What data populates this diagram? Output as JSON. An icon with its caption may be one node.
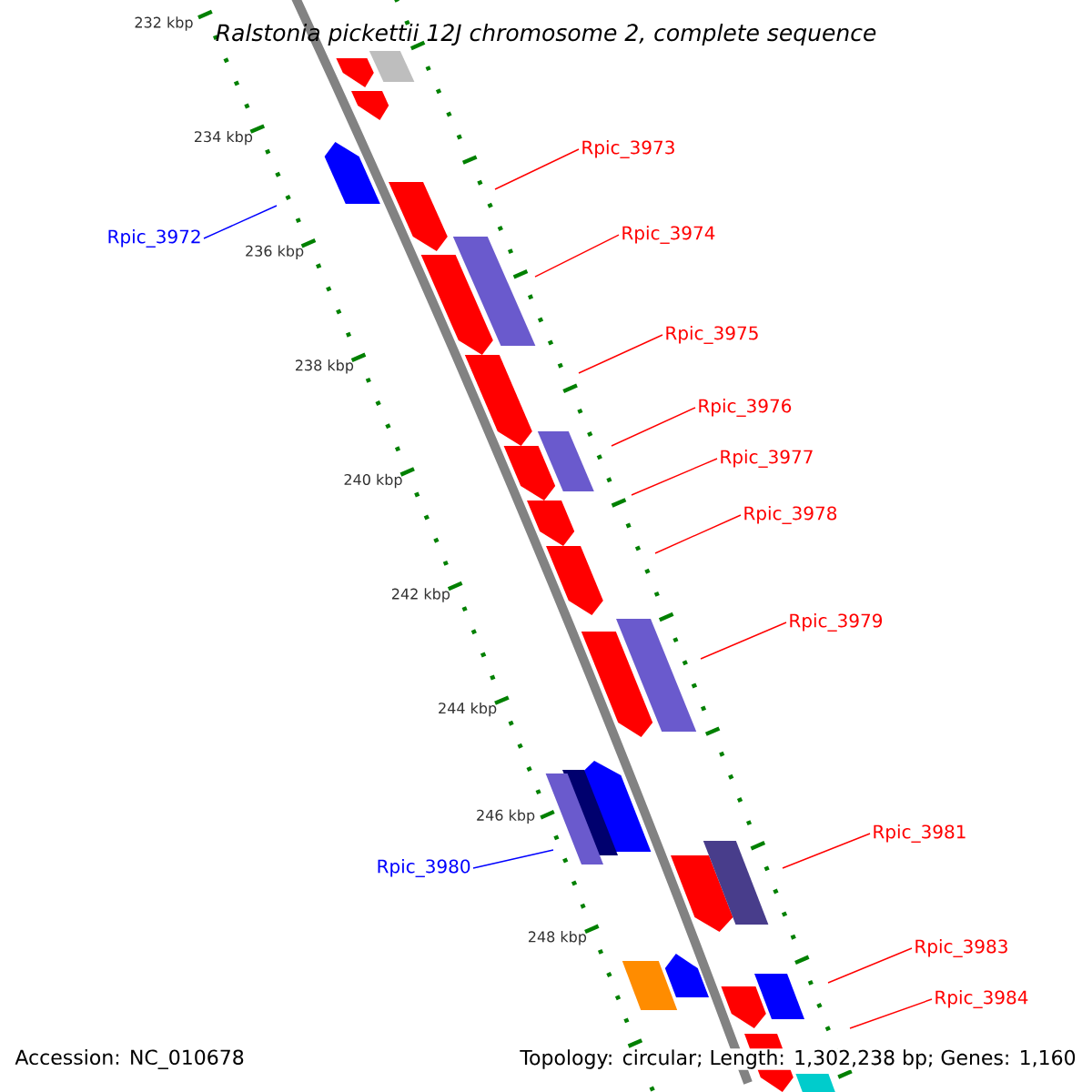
{
  "diagram": {
    "title": "Ralstonia pickettii 12J chromosome 2, complete sequence",
    "nodes": [
      {
        "text": [
          "Rpic_3973"
        ]
      },
      {
        "text": [
          "Rpic_3974"
        ]
      },
      {
        "text": [
          "Rpic_3972"
        ]
      },
      {
        "text": [
          "Rpic_3975"
        ]
      },
      {
        "text": [
          "Rpic_3976"
        ]
      },
      {
        "text": [
          "Rpic_3977"
        ]
      },
      {
        "text": [
          "Rpic_3978"
        ]
      },
      {
        "text": [
          "Rpic_3979"
        ]
      },
      {
        "text": [
          "Rpic_3981"
        ]
      },
      {
        "text": [
          "Rpic_3980"
        ]
      },
      {
        "text": [
          "Rpic_3983"
        ]
      },
      {
        "text": [
          "Rpic_3984"
        ]
      }
    ],
    "edges": [
      {
        "from": 0,
        "to": null,
        "arrow": "none"
      },
      {
        "from": 1,
        "to": null,
        "arrow": "none"
      },
      {
        "from": 2,
        "to": null,
        "arrow": "none",
        "color": "#0000ff"
      },
      {
        "from": 3,
        "to": null,
        "arrow": "none"
      },
      {
        "from": 4,
        "to": null,
        "arrow": "none"
      },
      {
        "from": 5,
        "to": null,
        "arrow": "none"
      },
      {
        "from": 6,
        "to": null,
        "arrow": "none"
      },
      {
        "from": 7,
        "to": null,
        "arrow": "none"
      },
      {
        "from": 8,
        "to": null,
        "arrow": "none"
      },
      {
        "from": 9,
        "to": null,
        "arrow": "none",
        "color": "#0000ff"
      },
      {
        "from": 10,
        "to": null,
        "arrow": "none"
      },
      {
        "from": 11,
        "to": null,
        "arrow": "none"
      }
    ],
    "labels": [
      "232 kbp",
      "234 kbp",
      "236 kbp",
      "238 kbp",
      "240 kbp",
      "242 kbp",
      "244 kbp",
      "246 kbp",
      "248 kbp",
      "Accession: NC_010678",
      "Topology: circular; Length: 1,302,238 bp; Genes: 1,160"
    ]
  }
}
